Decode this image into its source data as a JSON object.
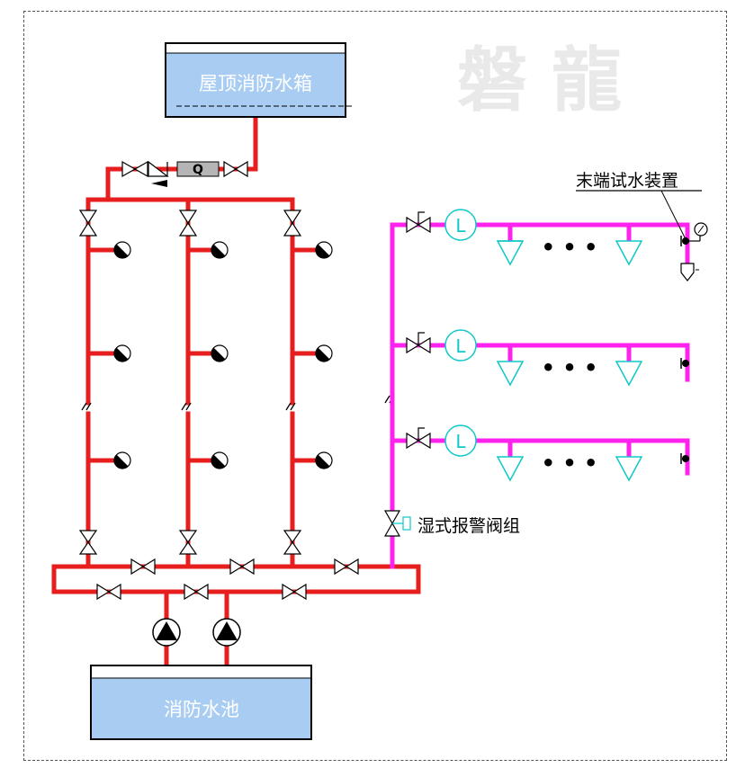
{
  "watermark": "磐 龍",
  "roof_tank": {
    "label": "屋顶消防水箱"
  },
  "flow_meter": {
    "label": "Q"
  },
  "test_device": {
    "label": "末端试水装置"
  },
  "alarm_valve": {
    "label": "湿式报警阀组"
  },
  "pool": {
    "label": "消防水池"
  },
  "branch_dots": "• • •",
  "flow_switch_symbol": "L",
  "colors": {
    "supply_pipe": "#e61e1e",
    "sprinkler_pipe": "#ff22ee",
    "sprinkler_head": "#10c8c8",
    "tank_water": "#a9cdf2",
    "frame": "#555555"
  }
}
